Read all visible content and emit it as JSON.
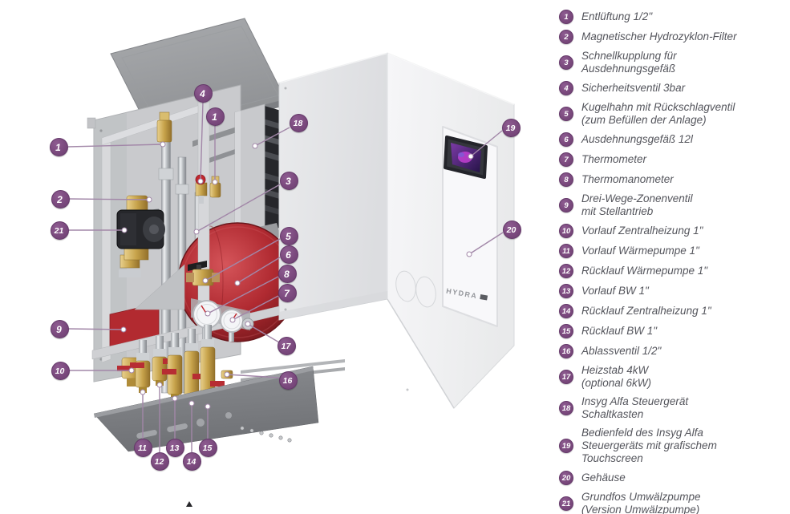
{
  "brand": {
    "name": "HYDRA"
  },
  "colors": {
    "accent_purple": "#7b4a7e",
    "leader_line": "#a287a8",
    "vessel_red": "#a8262d",
    "brass": "#c9a84f",
    "legend_text": "#54555c",
    "cabinet_white": "#f3f3f5"
  },
  "diagram": {
    "callouts": [
      "1",
      "2",
      "21",
      "9",
      "10",
      "4",
      "1",
      "18",
      "3",
      "5",
      "6",
      "8",
      "7",
      "17",
      "16",
      "19",
      "20",
      "11",
      "12",
      "13",
      "14",
      "15"
    ]
  },
  "legend": {
    "items": [
      {
        "number": "1",
        "label": "Entlüftung 1/2\""
      },
      {
        "number": "2",
        "label": "Magnetischer Hydrozyklon-Filter"
      },
      {
        "number": "3",
        "label": "Schnellkupplung für\nAusdehnungsgefäß"
      },
      {
        "number": "4",
        "label": "Sicherheitsventil 3bar"
      },
      {
        "number": "5",
        "label": "Kugelhahn mit Rückschlagventil\n(zum Befüllen der Anlage)"
      },
      {
        "number": "6",
        "label": "Ausdehnungsgefäß 12l"
      },
      {
        "number": "7",
        "label": "Thermometer"
      },
      {
        "number": "8",
        "label": "Thermomanometer"
      },
      {
        "number": "9",
        "label": "Drei-Wege-Zonenventil\nmit Stellantrieb"
      },
      {
        "number": "10",
        "label": "Vorlauf Zentralheizung 1\""
      },
      {
        "number": "11",
        "label": "Vorlauf Wärmepumpe 1\""
      },
      {
        "number": "12",
        "label": "Rücklauf Wärmepumpe 1\""
      },
      {
        "number": "13",
        "label": "Vorlauf BW 1\""
      },
      {
        "number": "14",
        "label": "Rücklauf Zentralheizung 1\""
      },
      {
        "number": "15",
        "label": "Rücklauf BW 1\""
      },
      {
        "number": "16",
        "label": "Ablassventil 1/2\""
      },
      {
        "number": "17",
        "label": "Heizstab 4kW\n(optional 6kW)"
      },
      {
        "number": "18",
        "label": "Insyg Alfa Steuergerät\nSchaltkasten"
      },
      {
        "number": "19",
        "label": "Bedienfeld des Insyg Alfa\nSteuergeräts mit grafischem\nTouchscreen"
      },
      {
        "number": "20",
        "label": "Gehäuse"
      },
      {
        "number": "21",
        "label": "Grundfos Umwälzpumpe\n(Version Umwälzpumpe)"
      }
    ]
  }
}
